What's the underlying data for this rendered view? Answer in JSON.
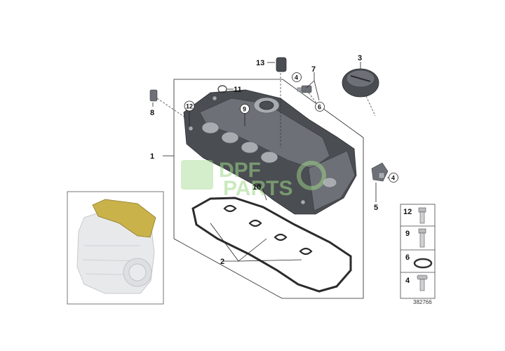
{
  "callouts": {
    "c1": "1",
    "c2": "2",
    "c3": "3",
    "c4a": "4",
    "c4b": "4",
    "c5": "5",
    "c6": "6",
    "c7": "7",
    "c8": "8",
    "c9": "9",
    "c10": "10",
    "c11": "11",
    "c12": "12",
    "c13": "13"
  },
  "legend": {
    "items": [
      "12",
      "9",
      "6",
      "4"
    ],
    "reference_number": "382766"
  },
  "watermark": {
    "text_top": "DPF",
    "text_bottom": "PARTS"
  },
  "colors": {
    "cover": "#4a4d52",
    "engine_highlight": "#c9b24a",
    "watermark": "#9fd88a"
  }
}
